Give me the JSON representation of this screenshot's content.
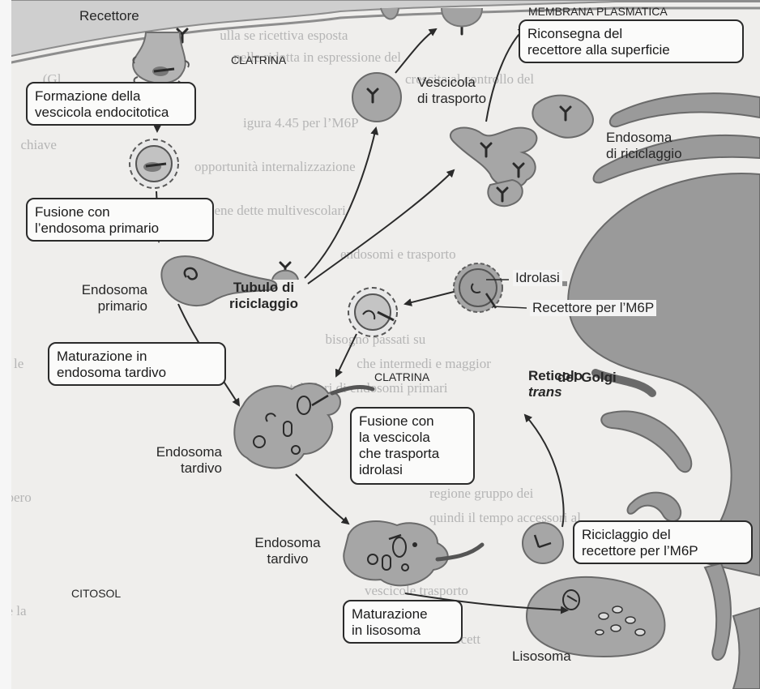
{
  "diagram": {
    "labels": {
      "recettore": "Recettore",
      "membrana_plasmatica": "MEMBRANA PLASMATICA",
      "clatrina_top": "CLATRINA",
      "vescicola_trasporto": "Vescicola\ndi trasporto",
      "endosoma_riciclaggio": "Endosoma\ndi riciclaggio",
      "endosoma_primario": "Endosoma\nprimario",
      "tubulo_riciclaggio": "Tubulo di\nriciclaggio",
      "idrolasi": "Idrolasi",
      "recettore_m6p": "Recettore per l’M6P",
      "reticolo_1": "Reticolo",
      "reticolo_2": "trans",
      "reticolo_3": "del Golgi",
      "clatrina_mid": "CLATRINA",
      "endosoma_tardivo_1": "Endosoma\ntardivo",
      "endosoma_tardivo_2": "Endosoma\ntardivo",
      "citosol": "CITOSOL",
      "lisosoma": "Lisosoma"
    },
    "boxes": {
      "riconsegna": "Riconsegna del\nrecettore alla superficie",
      "formazione": "Formazione della\nvescicola endocitotica",
      "fusione_primario": "Fusione con\nl’endosoma primario",
      "maturazione_tardivo": "Maturazione in\nendosoma tardivo",
      "fusione_vescicola": "Fusione con\nla vescicola\nche trasporta\nidrolasi",
      "riciclaggio_m6p": "Riciclaggio del\nrecettore per l’M6P",
      "maturazione_lisosoma": "Maturazione\nin lisosoma"
    }
  },
  "colors": {
    "membrane": "#9b9b9b",
    "organelle": "#a6a6a6",
    "golgi": "#9a9a9a",
    "ink": "#2a2a2a",
    "background": "#efeeec"
  }
}
